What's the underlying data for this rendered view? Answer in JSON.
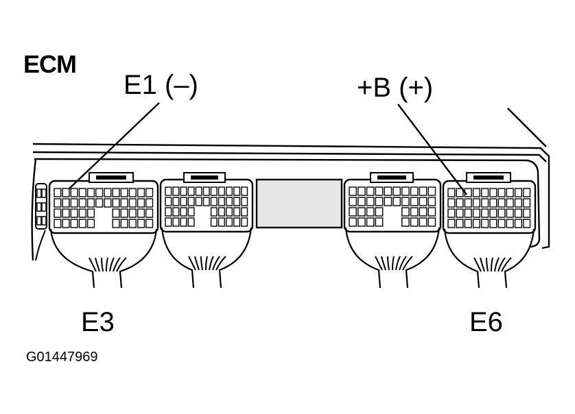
{
  "labels": {
    "unit": "ECM",
    "terminal_negative": "E1 (–)",
    "terminal_positive": "+B (+)",
    "connector_left": "E3",
    "connector_right": "E6",
    "figure_id": "G01447969"
  },
  "colors": {
    "ink": "#000000",
    "paper": "#ffffff",
    "window": "#e6e6e6"
  },
  "connectors": [
    {
      "name": "E3",
      "cols": 12,
      "rows": 4
    },
    {
      "name": "connector-2",
      "cols": 11,
      "rows": 4
    },
    {
      "name": "connector-3",
      "cols": 10,
      "rows": 4
    },
    {
      "name": "E6",
      "cols": 10,
      "rows": 4
    }
  ]
}
